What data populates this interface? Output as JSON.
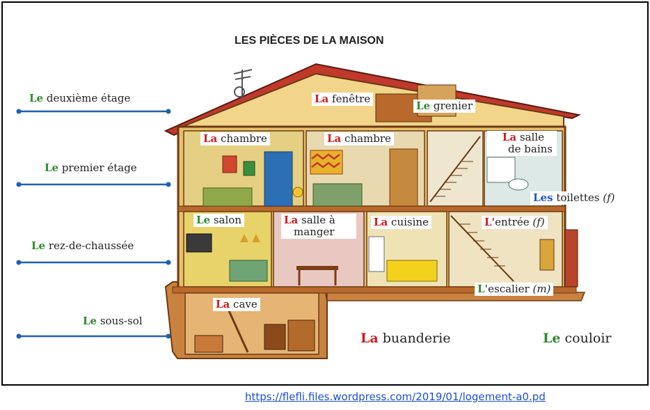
{
  "title": "LES PIÈCES DE LA MAISON",
  "source_link": "https://flefli.files.wordpress.com/2019/01/logement-a0.pd",
  "floors": [
    {
      "article": "Le",
      "rest": " deuxième étage"
    },
    {
      "article": "Le",
      "rest": " premier étage"
    },
    {
      "article": "Le",
      "rest": " rez-de-chaussée"
    },
    {
      "article": "Le",
      "rest": " sous-sol"
    }
  ],
  "rooms": {
    "fenetre": {
      "article": "La",
      "rest": " fenêtre"
    },
    "grenier": {
      "article": "Le",
      "rest": " grenier"
    },
    "chambre1": {
      "article": "La",
      "rest": " chambre"
    },
    "chambre2": {
      "article": "La",
      "rest": " chambre"
    },
    "salle_bains": {
      "article": "La",
      "rest1": " salle",
      "rest2": "de bains"
    },
    "toilettes": {
      "article": "Les",
      "rest": " toilettes ",
      "gender": "(f)"
    },
    "salon": {
      "article": "Le",
      "rest": " salon"
    },
    "salle_manger": {
      "article": "La",
      "rest1": " salle à",
      "rest2": "manger"
    },
    "cuisine": {
      "article": "La",
      "rest": " cuisine"
    },
    "entree": {
      "article": "L'",
      "rest": "entrée ",
      "gender": "(f)"
    },
    "escalier": {
      "article": "L'",
      "rest": "escalier ",
      "gender": "(m)"
    },
    "cave": {
      "article": "La",
      "rest": " cave"
    }
  },
  "extra": {
    "buanderie": {
      "article": "La",
      "rest": " buanderie"
    },
    "couloir": {
      "article": "Le",
      "rest": " couloir"
    }
  },
  "colors": {
    "masculine": "#2e8b2e",
    "feminine": "#d11b1b",
    "plural": "#1f57c8",
    "level_line": "#1f5fb0",
    "roof": "#c0392b",
    "wall": "#f2d58a"
  }
}
